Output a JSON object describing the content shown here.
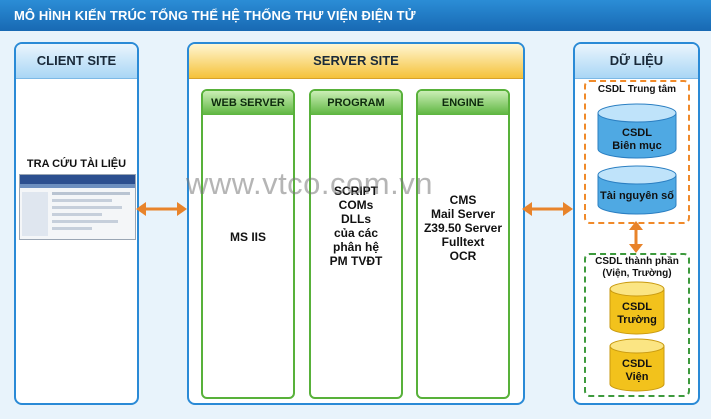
{
  "title": "MÔ HÌNH KIẾN TRÚC TỔNG THỂ HỆ THỐNG THƯ VIỆN ĐIỆN TỬ",
  "client": {
    "heading": "CLIENT SITE",
    "label": "TRA CỨU TÀI LIỆU"
  },
  "server": {
    "heading": "SERVER SITE",
    "columns": [
      {
        "heading": "WEB SERVER",
        "lines": [
          "MS IIS"
        ]
      },
      {
        "heading": "PROGRAM",
        "lines": [
          "SCRIPT",
          "COMs",
          "DLLs",
          "của các",
          "phân hệ",
          "PM TVĐT"
        ]
      },
      {
        "heading": "ENGINE",
        "lines": [
          "CMS",
          "Mail Server",
          "Z39.50 Server",
          "Fulltext",
          "OCR"
        ]
      }
    ]
  },
  "data": {
    "heading": "DỮ LIỆU",
    "central": {
      "title": "CSDL Trung tâm",
      "items": [
        {
          "lines": [
            "CSDL",
            "Biên mục"
          ]
        },
        {
          "lines": [
            "Tài nguyên số"
          ]
        }
      ]
    },
    "member": {
      "title_lines": [
        "CSDL thành phần",
        "(Viện, Trường)"
      ],
      "items": [
        {
          "lines": [
            "CSDL",
            "Trường"
          ]
        },
        {
          "lines": [
            "CSDL",
            "Viện"
          ]
        }
      ]
    }
  },
  "watermark": "www.vtco.com.vn",
  "colors": {
    "title_bar": "#1d74bf",
    "panel_border": "#2a8ad6",
    "server_header": "#f5c23a",
    "column_border": "#58b13a",
    "arrow": "#e8832a",
    "central_border": "#f08a2a",
    "member_border": "#3d9a3d",
    "db_blue": "#4fa9e3",
    "db_yellow": "#f2c21c"
  }
}
